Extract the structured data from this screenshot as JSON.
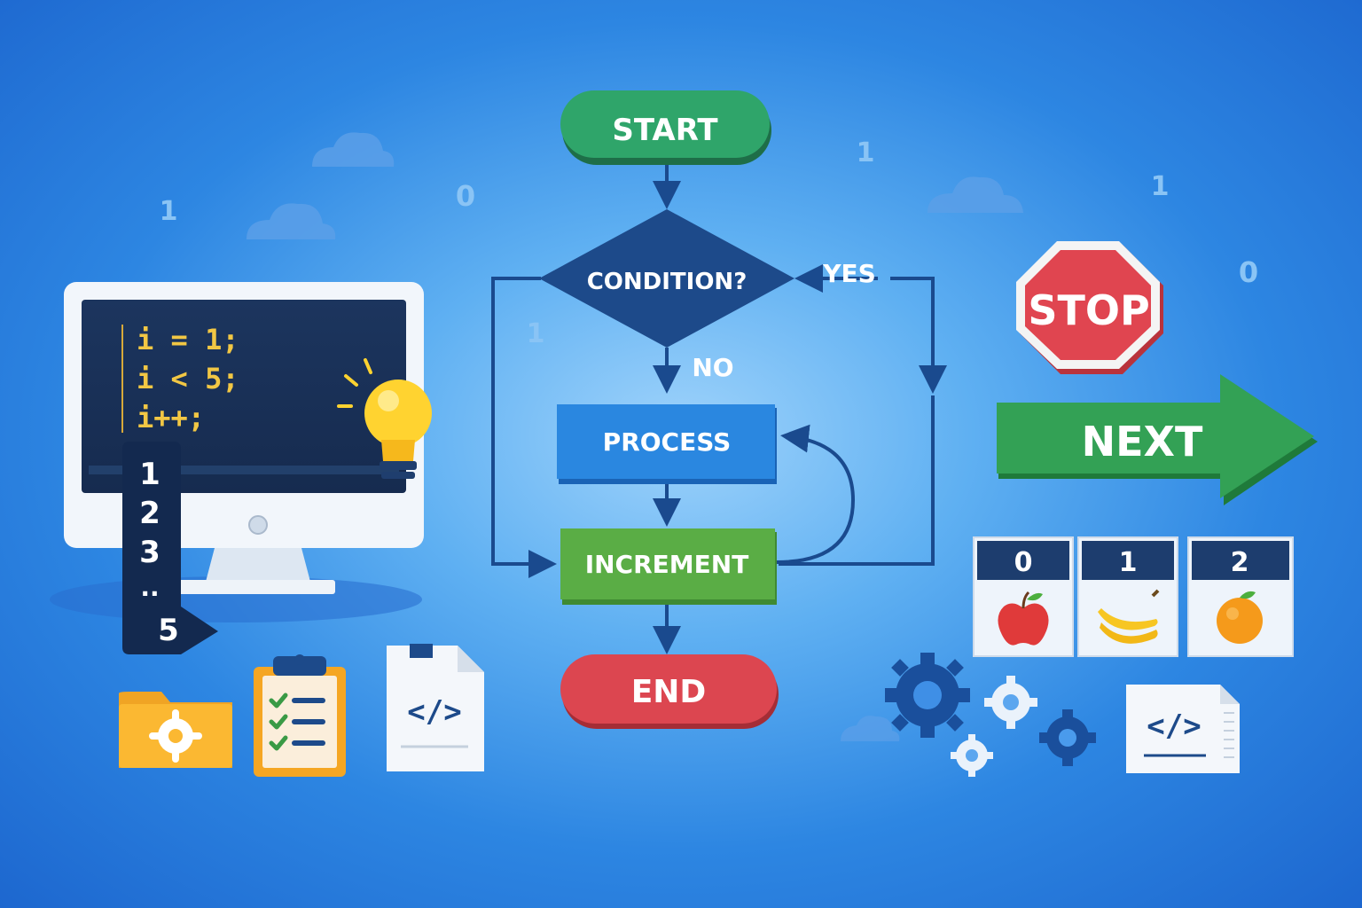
{
  "flowchart": {
    "start": "START",
    "condition": "CONDITION?",
    "yes": "YES",
    "no": "NO",
    "process": "PROCESS",
    "increment": "INCREMENT",
    "end": "END"
  },
  "code": {
    "line1": "i = 1;",
    "line2": "i < 5;",
    "line3": "i++;"
  },
  "counter": {
    "n1": "1",
    "n2": "2",
    "n3": "3",
    "ellipsis": "..",
    "n5": "5"
  },
  "signs": {
    "stop": "STOP",
    "next": "NEXT"
  },
  "array": {
    "idx0": "0",
    "idx1": "1",
    "idx2": "2"
  },
  "background_digits": {
    "d1": "1",
    "d2": "0",
    "d3": "1",
    "d4": "1",
    "d5": "1",
    "d6": "0"
  },
  "code_doc_left": "</>",
  "code_doc_right": "</>",
  "icons": [
    "cloud-icon",
    "monitor-icon",
    "lightbulb-icon",
    "folder-gear-icon",
    "clipboard-checklist-icon",
    "code-file-icon",
    "gears-icon",
    "apple-icon",
    "banana-icon",
    "orange-icon"
  ],
  "colors": {
    "start": "#2fa56a",
    "condition": "#1d4a8a",
    "process": "#2a87e0",
    "increment": "#5aad45",
    "end": "#dc4650",
    "stop": "#e04550",
    "next": "#33a155"
  }
}
